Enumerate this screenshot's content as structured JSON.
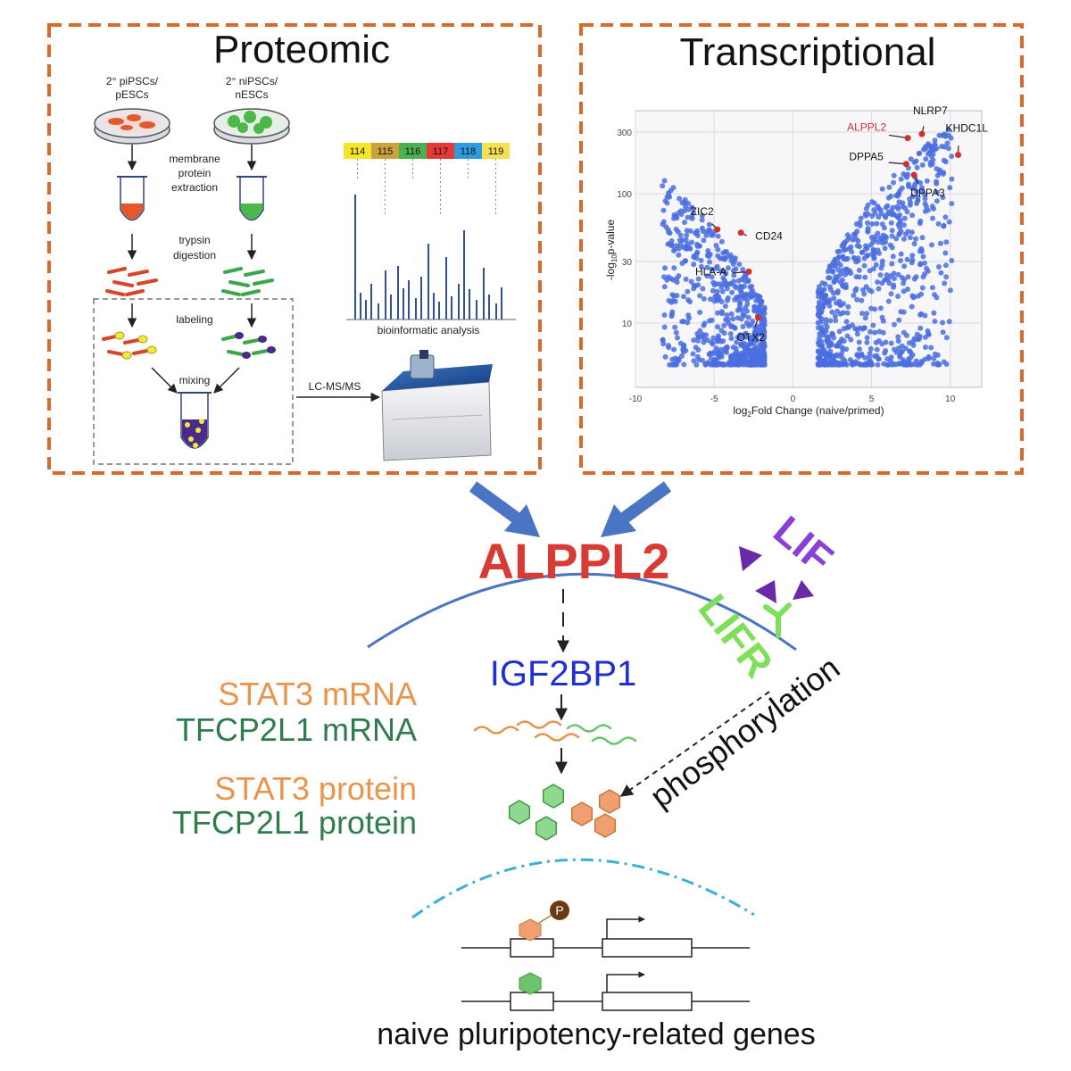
{
  "panels": {
    "proteomic_title": "Proteomic",
    "transcriptional_title": "Transcriptional"
  },
  "proteomic": {
    "sample_primed": [
      "2° piPSCs/",
      "pESCs"
    ],
    "sample_naive": [
      "2° niPSCs/",
      "nESCs"
    ],
    "step_extraction": [
      "membrane",
      "protein",
      "extraction"
    ],
    "step_digestion": [
      "trypsin",
      "digestion"
    ],
    "step_labeling": "labeling",
    "step_mixing": "mixing",
    "ms_label": "LC-MS/MS",
    "analysis_label": "bioinformatic analysis",
    "tmt_channels": [
      {
        "label": "114",
        "color": "#f5e52a"
      },
      {
        "label": "115",
        "color": "#c9a23a"
      },
      {
        "label": "116",
        "color": "#4caf50"
      },
      {
        "label": "117",
        "color": "#e53935"
      },
      {
        "label": "118",
        "color": "#2f9be0"
      },
      {
        "label": "119",
        "color": "#f5e052"
      }
    ]
  },
  "chart_data": {
    "type": "scatter",
    "xlabel": "log2Fold Change (naive/primed)",
    "ylabel": "-log10p-value",
    "x_ticks": [
      "-10",
      "-5",
      "0",
      "5",
      "10"
    ],
    "y_ticks": [
      "10",
      "30",
      "100",
      "300"
    ],
    "xlim": [
      -10,
      12
    ],
    "y_scale": "log",
    "grid": true,
    "labeled_genes": [
      {
        "name": "NLRP7",
        "x": 8.2,
        "y": 290,
        "highlight": false
      },
      {
        "name": "ALPPL2",
        "x": 7.3,
        "y": 270,
        "highlight": true
      },
      {
        "name": "KHDC1L",
        "x": 10.5,
        "y": 200,
        "highlight": false
      },
      {
        "name": "DPPA5",
        "x": 7.2,
        "y": 170,
        "highlight": false
      },
      {
        "name": "DPPA3",
        "x": 7.7,
        "y": 140,
        "highlight": false
      },
      {
        "name": "ZIC2",
        "x": -4.8,
        "y": 53,
        "highlight": false
      },
      {
        "name": "CD24",
        "x": -3.3,
        "y": 50,
        "highlight": false
      },
      {
        "name": "HLA-A",
        "x": -2.8,
        "y": 25,
        "highlight": false
      },
      {
        "name": "OTX2",
        "x": -2.2,
        "y": 11,
        "highlight": false
      }
    ],
    "point_color": "#4a6fe0",
    "highlight_color": "#d32f2f"
  },
  "mechanism": {
    "alppl2": "ALPPL2",
    "lif": "LIF",
    "lifr": "LIFR",
    "igf2bp1": "IGF2BP1",
    "stat3_mrna": "STAT3 mRNA",
    "tfcp2l1_mrna": "TFCP2L1 mRNA",
    "stat3_protein": "STAT3 protein",
    "tfcp2l1_protein": "TFCP2L1 protein",
    "phosphorylation": "phosphorylation",
    "phospho_symbol": "P",
    "genes_label": "naive pluripotency-related genes"
  },
  "colors": {
    "box_border": "#d9692a",
    "alppl2": "#d83a34",
    "lif": "#8a3fd6",
    "lifr": "#7ee05a",
    "igf2bp1": "#1f2fd6",
    "stat3": "#e8944a",
    "tfcp2l1": "#2e7d4a",
    "arrow_blue": "#4a74c4",
    "membrane": "#4a74c4",
    "nucleus": "#3ab0d8"
  }
}
